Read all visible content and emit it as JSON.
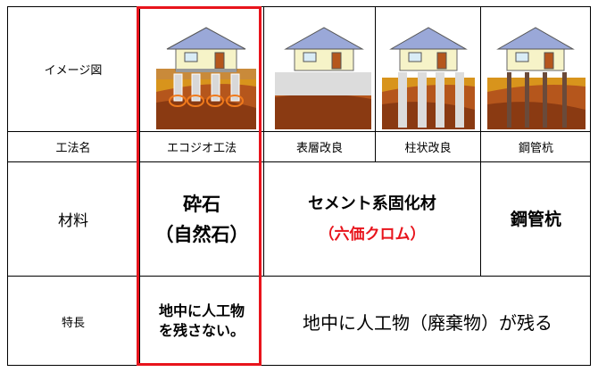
{
  "row_labels": {
    "image": "イメージ図",
    "method": "工法名",
    "material": "材料",
    "feature": "特長"
  },
  "methods": [
    {
      "name": "エコジオ工法"
    },
    {
      "name": "表層改良"
    },
    {
      "name": "柱状改良"
    },
    {
      "name": "鋼管杭"
    }
  ],
  "materials": {
    "eco_line1": "砕石",
    "eco_line2": "（自然石）",
    "cement_line1": "セメント系固化材",
    "cement_line2": "（六価クロム）",
    "steel": "鋼管杭"
  },
  "features": {
    "eco_line1": "地中に人工物",
    "eco_line2": "を残さない。",
    "others": "地中に人工物（廃棄物）が残る"
  },
  "colors": {
    "highlight": "#e8141c",
    "grid": "#000000"
  }
}
